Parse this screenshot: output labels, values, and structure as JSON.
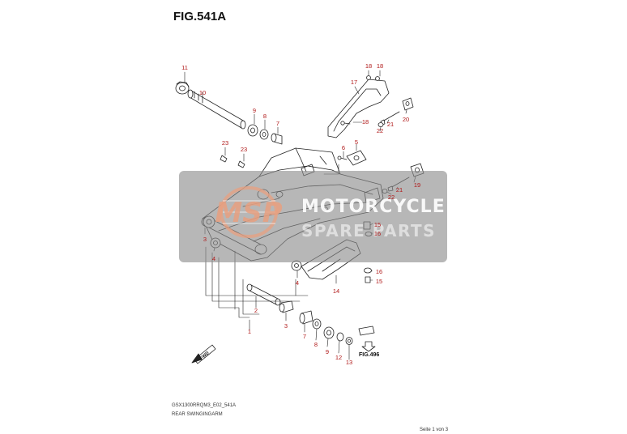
{
  "figure": {
    "title": "FIG.541A",
    "model_code": "GSX1300RRQM3_E02_541A",
    "part_name": "REAR SWINGINGARM",
    "page_label": "Seite 1 von 3"
  },
  "watermark": {
    "logo_text": "MSP",
    "line1": "MOTORCYCLE",
    "line2": "SPARE PARTS"
  },
  "references": {
    "fig_ref": "FIG.496",
    "fwd_label": "FWD"
  },
  "callouts": [
    {
      "label": "11"
    },
    {
      "label": "10"
    },
    {
      "label": "9"
    },
    {
      "label": "8"
    },
    {
      "label": "7"
    },
    {
      "label": "23"
    },
    {
      "label": "23"
    },
    {
      "label": "18"
    },
    {
      "label": "18"
    },
    {
      "label": "17"
    },
    {
      "label": "18"
    },
    {
      "label": "21"
    },
    {
      "label": "20"
    },
    {
      "label": "22"
    },
    {
      "label": "6"
    },
    {
      "label": "5"
    },
    {
      "label": "21"
    },
    {
      "label": "19"
    },
    {
      "label": "22"
    },
    {
      "label": "15"
    },
    {
      "label": "16"
    },
    {
      "label": "3"
    },
    {
      "label": "4"
    },
    {
      "label": "16"
    },
    {
      "label": "15"
    },
    {
      "label": "14"
    },
    {
      "label": "4"
    },
    {
      "label": "2"
    },
    {
      "label": "1"
    },
    {
      "label": "3"
    },
    {
      "label": "7"
    },
    {
      "label": "8"
    },
    {
      "label": "9"
    },
    {
      "label": "12"
    },
    {
      "label": "13"
    }
  ],
  "colors": {
    "callout_text": "#b01818",
    "line": "#222222",
    "watermark_band": "#8a8a8a",
    "watermark_logo": "#e8a080"
  }
}
